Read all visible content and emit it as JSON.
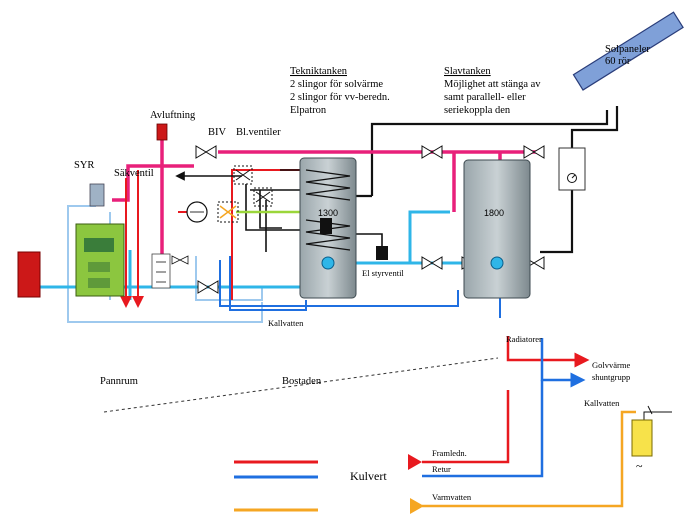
{
  "colors": {
    "hot": "#e8207a",
    "supply_red": "#e8191f",
    "return_blue": "#1f6fe0",
    "cold_lightblue": "#2fb6e8",
    "cold_pale": "#9ec9ee",
    "warm_water": "#f5a623",
    "solar_black": "#111111",
    "boiler_green": "#8cc63f",
    "tank_gray": "#8e9aa0",
    "expansion_red": "#cc1818",
    "coil_green": "#9bd63a"
  },
  "labels": {
    "solpaneler_line1": "Solpaneler",
    "solpaneler_line2": "60 rör",
    "teknik_title": "Tekniktanken",
    "teknik_line1": "2 slingor för solvärme",
    "teknik_line2": "2 slingor för vv-beredn.",
    "teknik_line3": "Elpatron",
    "slav_title": "Slavtanken",
    "slav_line1": "Möjlighet att stänga av",
    "slav_line2": "samt parallell- eller",
    "slav_line3": "seriekoppla den",
    "avluftning": "Avluftning",
    "biv": "BIV",
    "blventiler": "Bl.ventiler",
    "syr": "SYR",
    "sakventil": "Säkventil",
    "tank1": "1300",
    "tank2": "1800",
    "el_styrventil": "El styrventil",
    "kallvatten_main": "Kallvatten",
    "radiatorer": "Radiatorer",
    "golvvarme_line1": "Golvvärme",
    "golvvarme_line2": "shuntgrupp",
    "kallvatten_right": "Kallvatten",
    "pannrum": "Pannrum",
    "bostaden": "Bostaden",
    "kulvert": "Kulvert",
    "framledn": "Framledn.",
    "retur": "Retur",
    "varmvatten": "Varmvatten",
    "heater_symbol": "~"
  }
}
